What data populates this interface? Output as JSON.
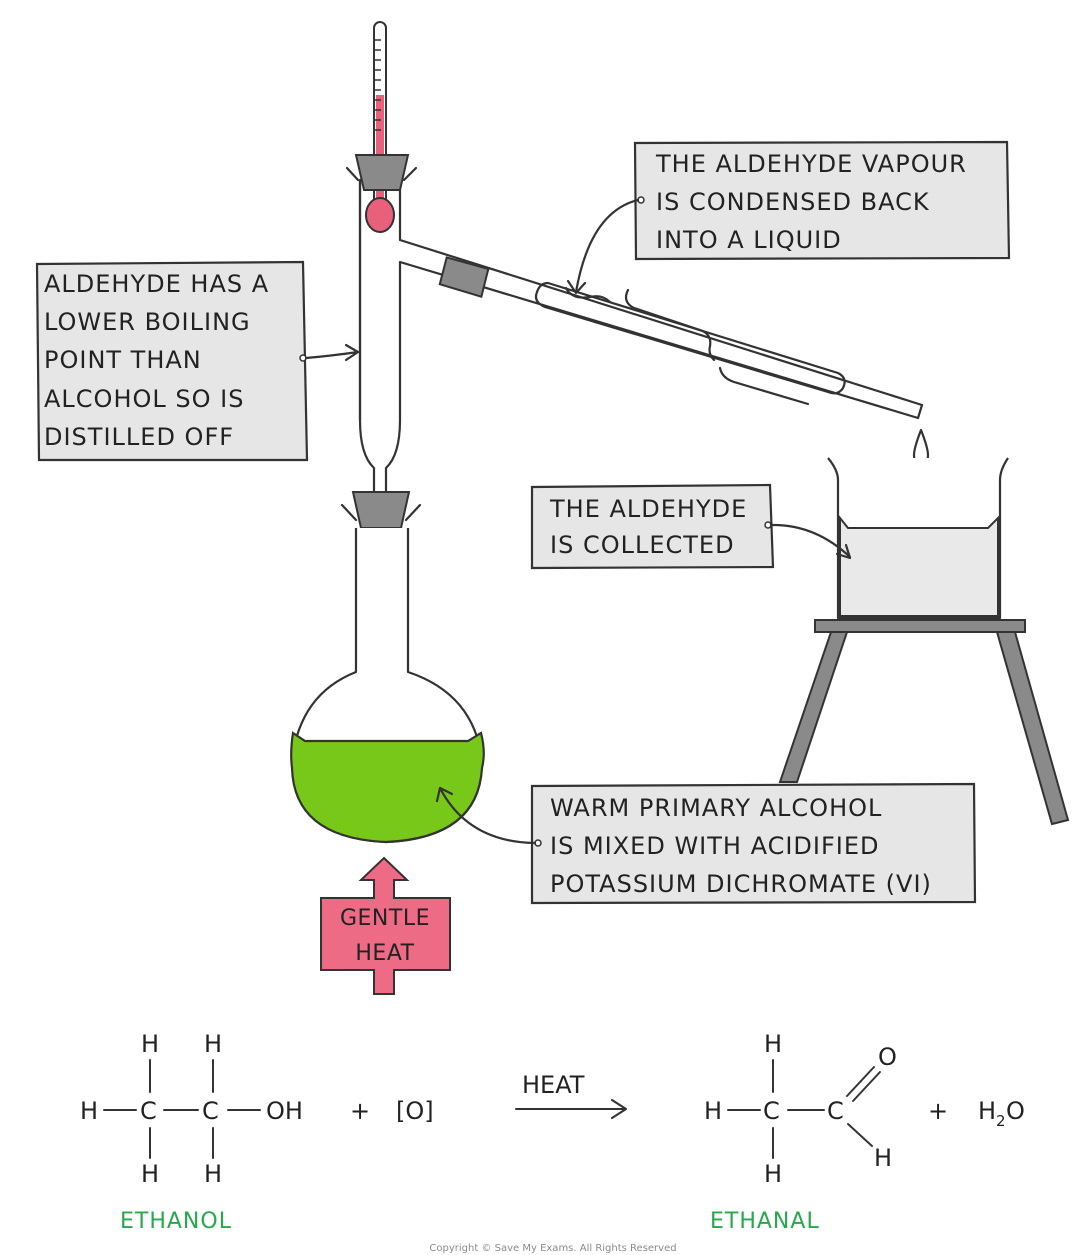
{
  "labels": {
    "aldehyde_boiling": [
      "ALDEHYDE  HAS A",
      "LOWER  BOILING",
      "POINT  THAN",
      "ALCOHOL  SO IS",
      "DISTILLED  OFF"
    ],
    "vapour_condensed": [
      "THE  ALDEHYDE  VAPOUR",
      "IS  CONDENSED  BACK",
      "INTO  A  LIQUID"
    ],
    "collected": [
      "THE  ALDEHYDE",
      "IS   COLLECTED"
    ],
    "warm_alcohol": [
      "WARM  PRIMARY  ALCOHOL",
      "IS MIXED  WITH  ACIDIFIED",
      "POTASSIUM  DICHROMATE  (VI)"
    ],
    "gentle_heat": [
      "GENTLE",
      "HEAT"
    ]
  },
  "equation": {
    "atom_h": "H",
    "atom_c": "C",
    "atom_o": "O",
    "group_oh": "OH",
    "plus": "+",
    "oxidant": "[O]",
    "condition": "HEAT",
    "water_h": "H",
    "water_sub": "2",
    "water_o": "O",
    "reactant_name": "ETHANOL",
    "product_name": "ETHANAL"
  },
  "footer": {
    "copyright": "Copyright © Save My Exams. All Rights Reserved"
  },
  "colors": {
    "solution_green": "#78c81a",
    "thermometer_red": "#e9607a",
    "heat_arrow_fill": "#ee6b86",
    "label_box_fill": "#e6e6e6",
    "bung_grey": "#8a8a8a",
    "name_green": "#27a84a"
  }
}
